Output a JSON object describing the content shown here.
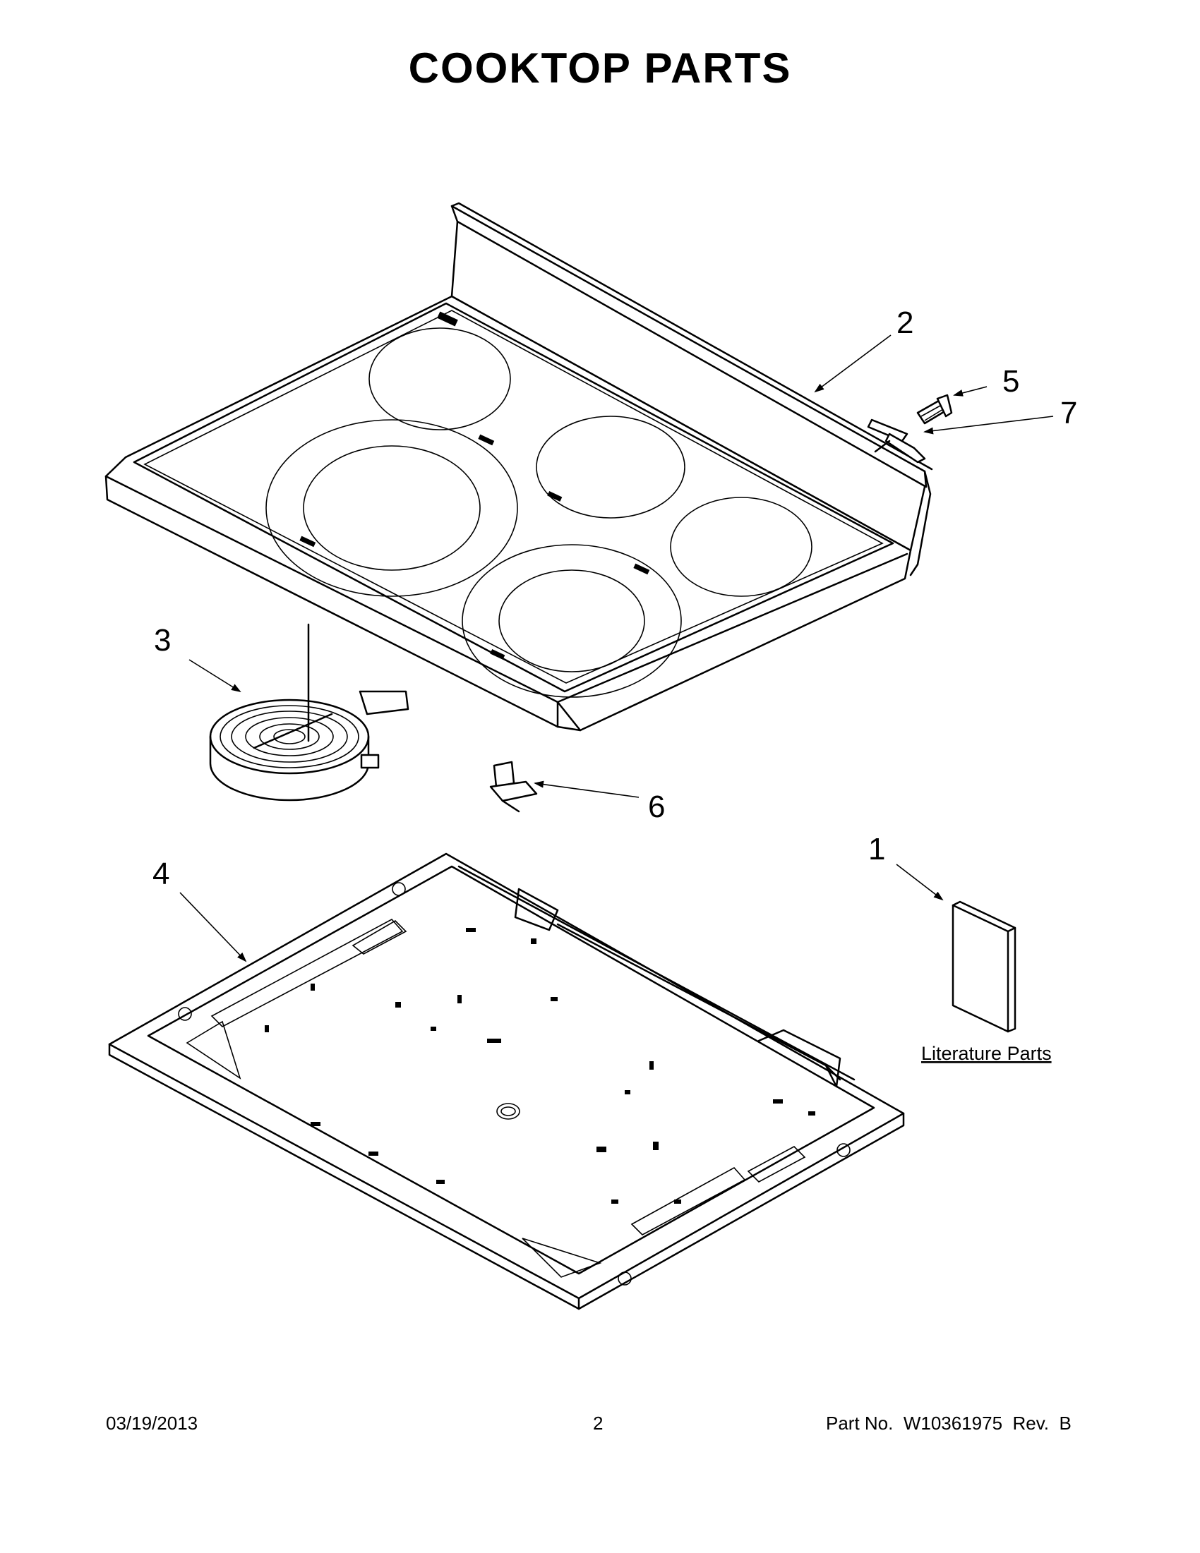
{
  "page": {
    "title": "COOKTOP PARTS",
    "date": "03/19/2013",
    "page_number": "2",
    "part_number": "Part No.  W10361975  Rev.  B"
  },
  "callouts": [
    {
      "id": "1",
      "label": "1"
    },
    {
      "id": "2",
      "label": "2"
    },
    {
      "id": "3",
      "label": "3"
    },
    {
      "id": "4",
      "label": "4"
    },
    {
      "id": "5",
      "label": "5"
    },
    {
      "id": "6",
      "label": "6"
    },
    {
      "id": "7",
      "label": "7"
    }
  ],
  "literature_label": "Literature Parts"
}
